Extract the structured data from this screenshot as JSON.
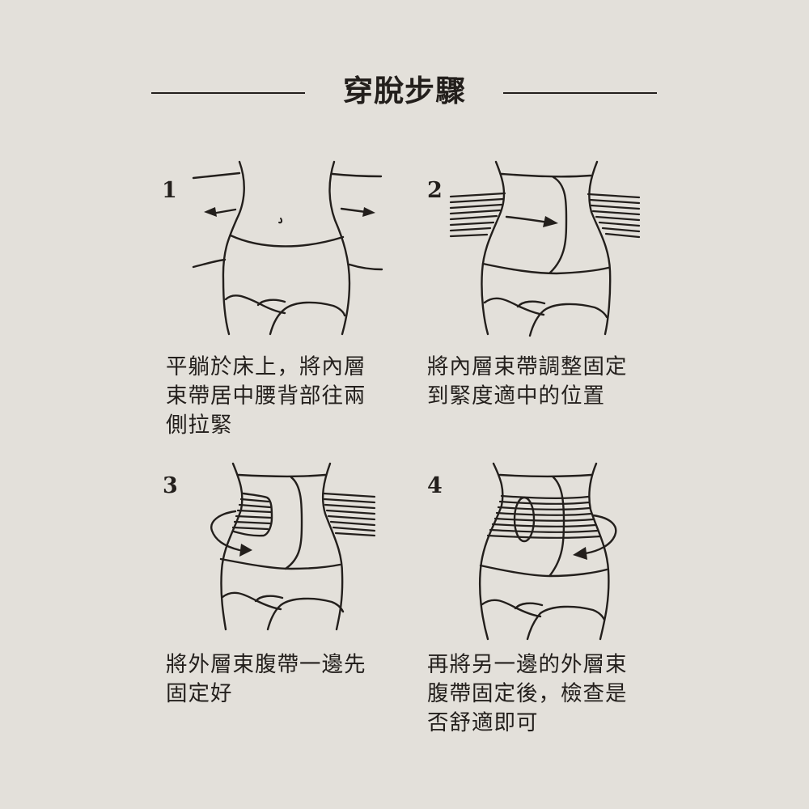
{
  "title": "穿脫步驟",
  "colors": {
    "background": "#e3e0da",
    "ink": "#231f1c"
  },
  "steps": [
    {
      "number": "1",
      "description": "平躺於床上，將內層\n束帶居中腰背部往兩\n側拉緊",
      "illustration": "body-outline-arrows-pulling-outward"
    },
    {
      "number": "2",
      "description": "將內層束帶調整固定\n到緊度適中的位置",
      "illustration": "inner-belt-on-body-arrow-right"
    },
    {
      "number": "3",
      "description": "將外層束腹帶一邊先\n固定好",
      "illustration": "outer-belt-one-side-wrapped-curved-arrow"
    },
    {
      "number": "4",
      "description": "再將另一邊的外層束\n腹帶固定後，檢查是\n否舒適即可",
      "illustration": "outer-belt-both-sides-wrapped-curved-arrow"
    }
  ]
}
